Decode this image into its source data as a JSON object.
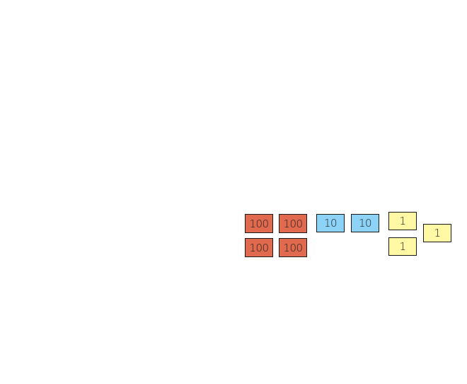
{
  "colors": {
    "hundreds": "#E0694E",
    "tens": "#8DD3F8",
    "ones": "#FFF9A5"
  },
  "tiles": {
    "hundreds": [
      {
        "label": "100"
      },
      {
        "label": "100"
      },
      {
        "label": "100"
      },
      {
        "label": "100"
      }
    ],
    "tens": [
      {
        "label": "10"
      },
      {
        "label": "10"
      }
    ],
    "ones": [
      {
        "label": "1"
      },
      {
        "label": "1"
      },
      {
        "label": "1"
      }
    ]
  }
}
